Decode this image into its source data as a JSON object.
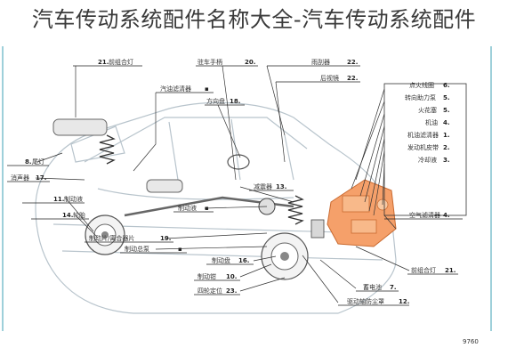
{
  "title": "汽车传动系统配件名称大全-汽车传动系统配件",
  "labels": [
    {
      "num": "21.",
      "text": "前组合灯"
    },
    {
      "num": "20.",
      "text": "驻车手柄"
    },
    {
      "num": "22.",
      "text": "雨刮器"
    },
    {
      "num": "22.",
      "text": "后视镜"
    },
    {
      "num": "",
      "text": "汽油滤清器"
    },
    {
      "num": "18.",
      "text": "方向盘"
    },
    {
      "num": "6.",
      "text": "点火线圈"
    },
    {
      "num": "5.",
      "text": "转向助力泵"
    },
    {
      "num": "5.",
      "text": "火花塞"
    },
    {
      "num": "4.",
      "text": "机油"
    },
    {
      "num": "1.",
      "text": "机油滤清器"
    },
    {
      "num": "2.",
      "text": "发动机皮带"
    },
    {
      "num": "3.",
      "text": "冷却液"
    },
    {
      "num": "8.",
      "text": "尾灯"
    },
    {
      "num": "17.",
      "text": "消声器"
    },
    {
      "num": "13.",
      "text": "减震器"
    },
    {
      "num": "11.",
      "text": "制动液"
    },
    {
      "num": "14.",
      "text": "轮胎"
    },
    {
      "num": "4.",
      "text": "空气滤清器"
    },
    {
      "num": "",
      "text": "制动液"
    },
    {
      "num": "19.",
      "text": "制动片/离合器片"
    },
    {
      "num": "",
      "text": "制动总泵"
    },
    {
      "num": "16.",
      "text": "制动盘"
    },
    {
      "num": "10.",
      "text": "制动钳"
    },
    {
      "num": "23.",
      "text": "四轮定位"
    },
    {
      "num": "21.",
      "text": "前组合灯"
    },
    {
      "num": "7.",
      "text": "蓄电池"
    },
    {
      "num": "12.",
      "text": "驱动轴防尘罩"
    }
  ],
  "footer_code": "9760",
  "colors": {
    "rule": "#9ed0da",
    "engine": "#f5a06a",
    "car_body": "#b8c4cc",
    "text": "#333333"
  }
}
